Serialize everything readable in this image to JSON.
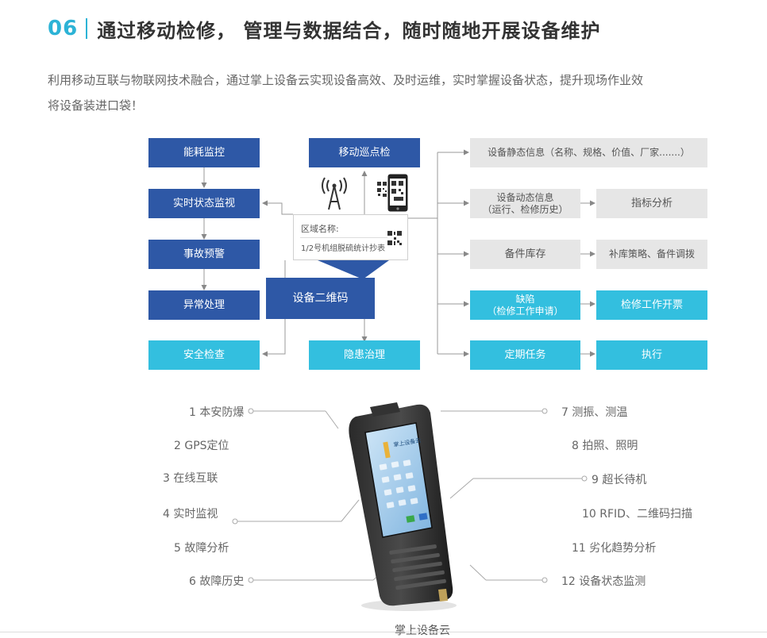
{
  "header": {
    "number": "06",
    "title": "通过移动检修， 管理与数据结合，随时随地开展设备维护"
  },
  "description": {
    "line1": "利用移动互联与物联网技术融合，通过掌上设备云实现设备高效、及时运维，实时掌握设备状态，提升现场作业效",
    "line2": "将设备装进口袋！"
  },
  "diagram": {
    "left": [
      "能耗监控",
      "实时状态监视",
      "事故预警",
      "异常处理",
      "安全检查"
    ],
    "center": {
      "top": "移动巡点检",
      "code": "设备二维码",
      "bottom": "隐患治理",
      "card_line1": "区域名称:",
      "card_line2": "1/2号机组脱硫统计抄表"
    },
    "right": {
      "static_info": "设备静态信息（名称、规格、价值、厂家.......）",
      "dynamic_info_1": "设备动态信息",
      "dynamic_info_2": "（运行、检修历史）",
      "index_analysis": "指标分析",
      "spare_stock": "备件库存",
      "restock": "补库策略、备件调拨",
      "defect_1": "缺陷",
      "defect_2": "（检修工作申请）",
      "work_ticket": "检修工作开票",
      "periodic_task": "定期任务",
      "execute": "执行"
    }
  },
  "features": {
    "left": [
      "1 本安防爆",
      "2 GPS定位",
      "3 在线互联",
      "4 实时监视",
      "5 故障分析",
      "6 故障历史"
    ],
    "right": [
      "7 测振、测温",
      "8 拍照、照明",
      "9 超长待机",
      "10 RFID、二维码扫描",
      "11 劣化趋势分析",
      "12 设备状态监测"
    ]
  },
  "device": {
    "screen_text": "掌上设备云"
  },
  "caption": "掌上设备云",
  "colors": {
    "accent": "#2cb3d6",
    "dark_blue": "#2e58a6",
    "cyan": "#33bfdf",
    "gray": "#e6e6e6"
  }
}
